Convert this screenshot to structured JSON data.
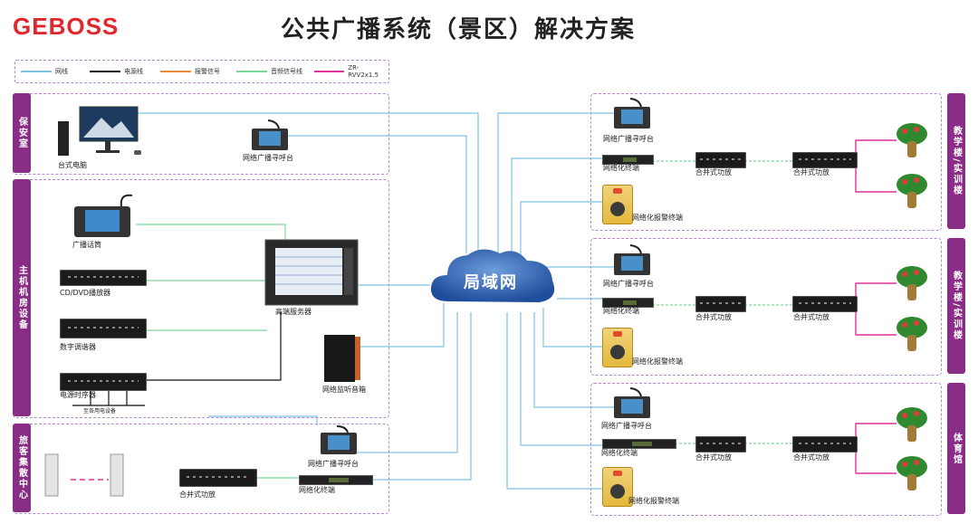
{
  "header": {
    "logo": "GEBOSS",
    "title": "公共广播系统（景区）解决方案"
  },
  "legend": [
    {
      "label": "网线",
      "color": "#7ec3e6"
    },
    {
      "label": "电源线",
      "color": "#111111"
    },
    {
      "label": "报警信号",
      "color": "#f0893a"
    },
    {
      "label": "音频信号线",
      "color": "#7dd89e"
    },
    {
      "label": "ZR-RVV2x1.5",
      "color": "#e0309a"
    }
  ],
  "colors": {
    "panel_tab": "#8a2d86",
    "network_line": "#7ec3e6",
    "audio_line": "#7dd89e",
    "speaker_line": "#e0309a",
    "logo": "#e3262b",
    "cloud": "#2e63b8"
  },
  "left": {
    "security_room": {
      "tab": "保安室",
      "desktop_pc": "台式电脑",
      "paging_station": "网络广播寻呼台"
    },
    "machine_room": {
      "tab": "主机机房设备",
      "broadcast_mic": "广播话筒",
      "cd_player": "CD/DVD播放器",
      "tuner": "数字调谐器",
      "server": "高端服务器",
      "monitor_speaker": "网络监听音箱",
      "power_sequencer": "电源时序器",
      "power_note": "至各用电设备"
    },
    "visitor_center": {
      "tab": "旅客集散中心",
      "paging_station": "网络广播寻呼台",
      "amplifier": "合并式功放",
      "terminal": "网络化终端"
    }
  },
  "center": {
    "network": "局域网"
  },
  "right": [
    {
      "tab": "教学楼/实训楼",
      "paging": "网络广播寻呼台",
      "terminal": "网络化终端",
      "amp1": "合并式功放",
      "amp2": "合并式功放",
      "alarm": "网络化报警终端"
    },
    {
      "tab": "教学楼/实训楼",
      "paging": "网络广播寻呼台",
      "terminal": "网络化终端",
      "amp1": "合并式功放",
      "amp2": "合并式功放",
      "alarm": "网络化报警终端"
    },
    {
      "tab": "体育馆",
      "paging": "网络广播寻呼台",
      "terminal": "网络化终端",
      "amp1": "合并式功放",
      "amp2": "合并式功放",
      "alarm": "网络化报警终端"
    }
  ]
}
